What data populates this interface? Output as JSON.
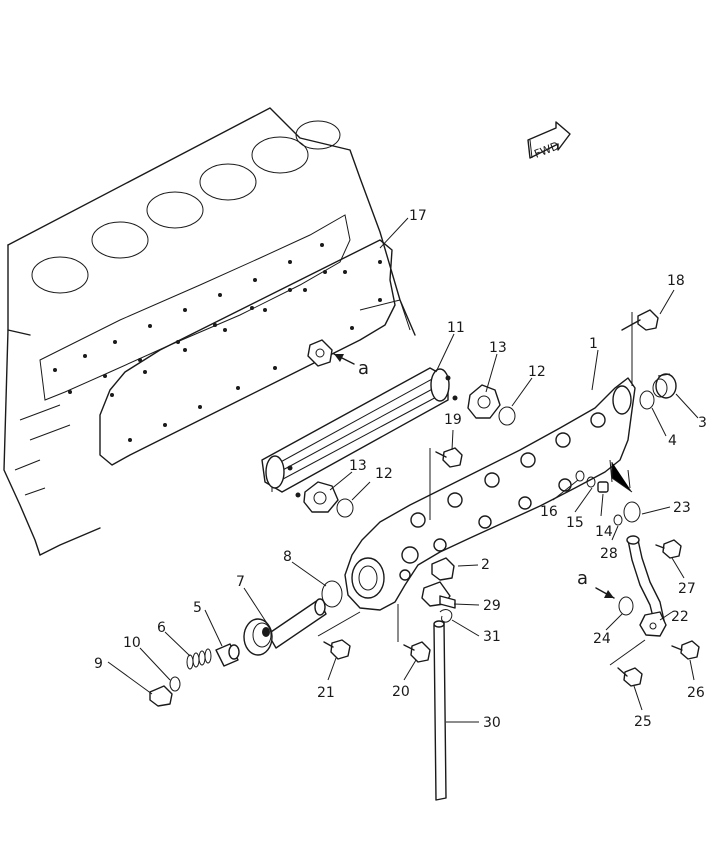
{
  "diagram": {
    "fwd_label": "FWD",
    "view_marker": "a",
    "callouts": [
      {
        "key": "c1",
        "text": "1"
      },
      {
        "key": "c2",
        "text": "2"
      },
      {
        "key": "c3",
        "text": "3"
      },
      {
        "key": "c4",
        "text": "4"
      },
      {
        "key": "c5",
        "text": "5"
      },
      {
        "key": "c6",
        "text": "6"
      },
      {
        "key": "c7",
        "text": "7"
      },
      {
        "key": "c8",
        "text": "8"
      },
      {
        "key": "c9",
        "text": "9"
      },
      {
        "key": "c10",
        "text": "10"
      },
      {
        "key": "c11",
        "text": "11"
      },
      {
        "key": "c12a",
        "text": "12"
      },
      {
        "key": "c12b",
        "text": "12"
      },
      {
        "key": "c13a",
        "text": "13"
      },
      {
        "key": "c13b",
        "text": "13"
      },
      {
        "key": "c14",
        "text": "14"
      },
      {
        "key": "c15",
        "text": "15"
      },
      {
        "key": "c16",
        "text": "16"
      },
      {
        "key": "c17",
        "text": "17"
      },
      {
        "key": "c18",
        "text": "18"
      },
      {
        "key": "c19",
        "text": "19"
      },
      {
        "key": "c20",
        "text": "20"
      },
      {
        "key": "c21",
        "text": "21"
      },
      {
        "key": "c22",
        "text": "22"
      },
      {
        "key": "c23",
        "text": "23"
      },
      {
        "key": "c24",
        "text": "24"
      },
      {
        "key": "c25",
        "text": "25"
      },
      {
        "key": "c26",
        "text": "26"
      },
      {
        "key": "c27",
        "text": "27"
      },
      {
        "key": "c28",
        "text": "28"
      },
      {
        "key": "c29",
        "text": "29"
      },
      {
        "key": "c30",
        "text": "30"
      },
      {
        "key": "c31",
        "text": "31"
      }
    ]
  }
}
